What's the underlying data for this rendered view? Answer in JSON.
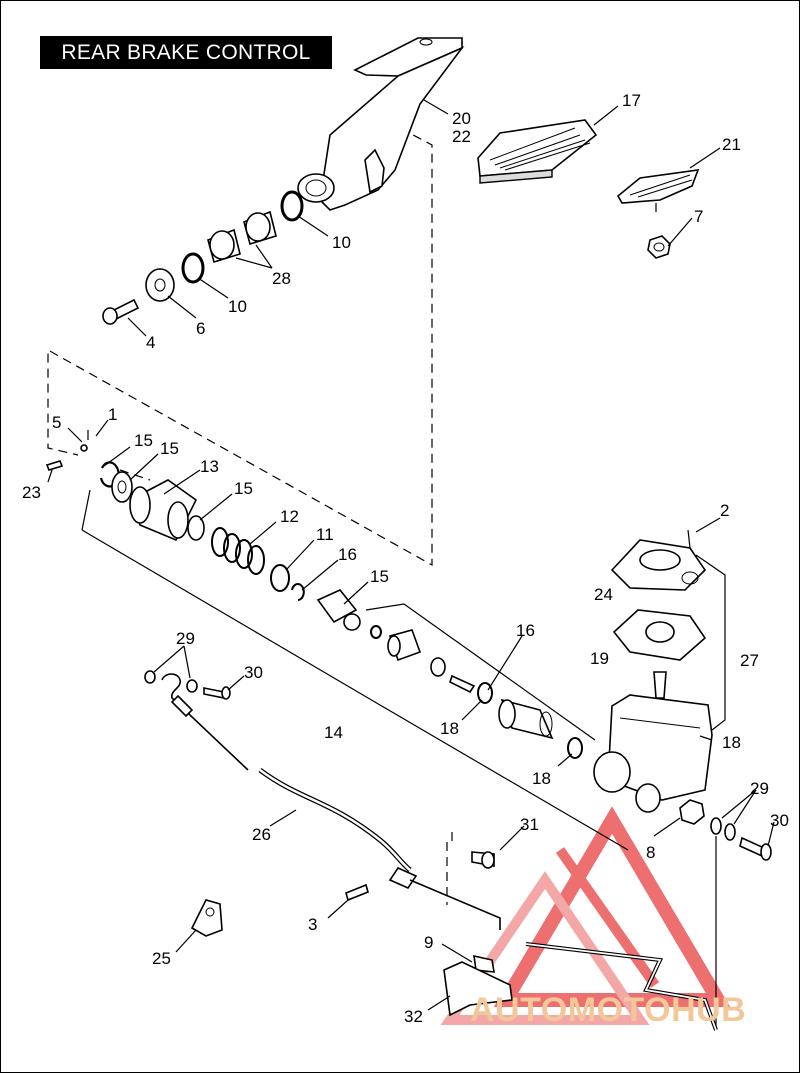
{
  "title": "REAR BRAKE CONTROL",
  "callouts": {
    "c20": "20",
    "c22": "22",
    "c17": "17",
    "c21": "21",
    "c7": "7",
    "c10a": "10",
    "c28": "28",
    "c10b": "10",
    "c4": "4",
    "c6": "6",
    "c1": "1",
    "c5": "5",
    "c15a": "15",
    "c15b": "15",
    "c13": "13",
    "c23": "23",
    "c15c": "15",
    "c12": "12",
    "c11": "11",
    "c16a": "16",
    "c15d": "15",
    "c2": "2",
    "c24": "24",
    "c16b": "16",
    "c19": "19",
    "c27": "27",
    "c29a": "29",
    "c30a": "30",
    "c14": "14",
    "c18a": "18",
    "c18b": "18",
    "c18c": "18",
    "c29b": "29",
    "c30b": "30",
    "c8": "8",
    "c26": "26",
    "c31": "31",
    "c3": "3",
    "c25": "25",
    "c9": "9",
    "c32": "32"
  },
  "watermark": {
    "text": "AUTOMOTOHUB",
    "color": "#f2c79a",
    "logo_color": "#e8403f"
  },
  "colors": {
    "ink": "#000000",
    "background": "#ffffff",
    "title_bg": "#000000",
    "title_fg": "#ffffff"
  }
}
